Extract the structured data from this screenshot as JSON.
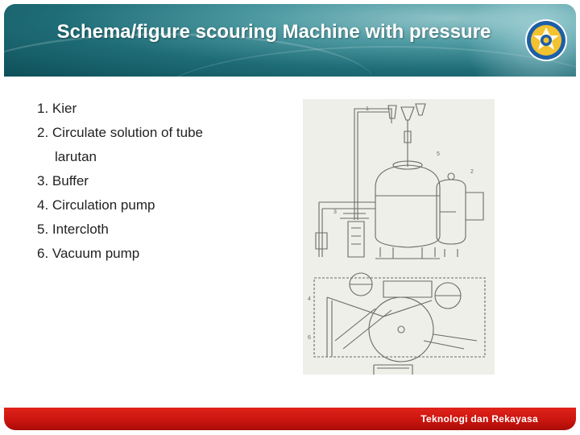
{
  "slide": {
    "title": "Schema/figure scouring Machine with pressure",
    "items": [
      "1. Kier",
      "2. Circulate solution of tube",
      "larutan",
      "3. Buffer",
      "4. Circulation pump",
      "5. Intercloth",
      "6. Vacuum pump"
    ],
    "footer": "Teknologi dan Rekayasa"
  },
  "figure": {
    "labels": [
      "1",
      "2",
      "3",
      "4",
      "5",
      "6"
    ]
  },
  "colors": {
    "header_teal": "#1f6d77",
    "footer_red": "#d01a12",
    "title_text": "#ffffff"
  },
  "icons": [
    "ministry-emblem-icon"
  ]
}
